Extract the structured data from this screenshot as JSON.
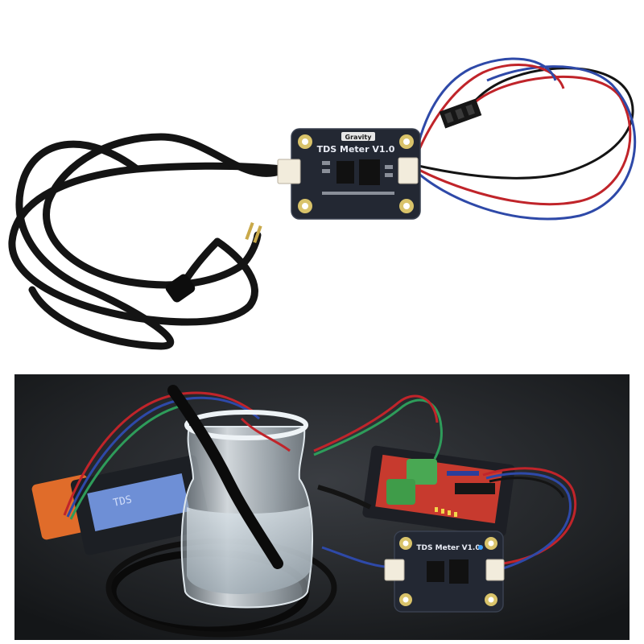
{
  "top_photo": {
    "board": {
      "brand_label": "Gravity",
      "title_label": "TDS Meter V1.0"
    }
  },
  "bottom_photo": {
    "board": {
      "title_label": "TDS Meter V1.0"
    },
    "lcd": {
      "line1": "TDS",
      "line2": ""
    }
  },
  "colors": {
    "pcb": "#232833",
    "pad": "#d9c36a",
    "cable": "#141414",
    "wire_red": "#c0242a",
    "wire_blue": "#2e49a8",
    "wire_green": "#2e9c5a",
    "backdrop": "#202326",
    "jar_water": "#c8d3dc"
  }
}
